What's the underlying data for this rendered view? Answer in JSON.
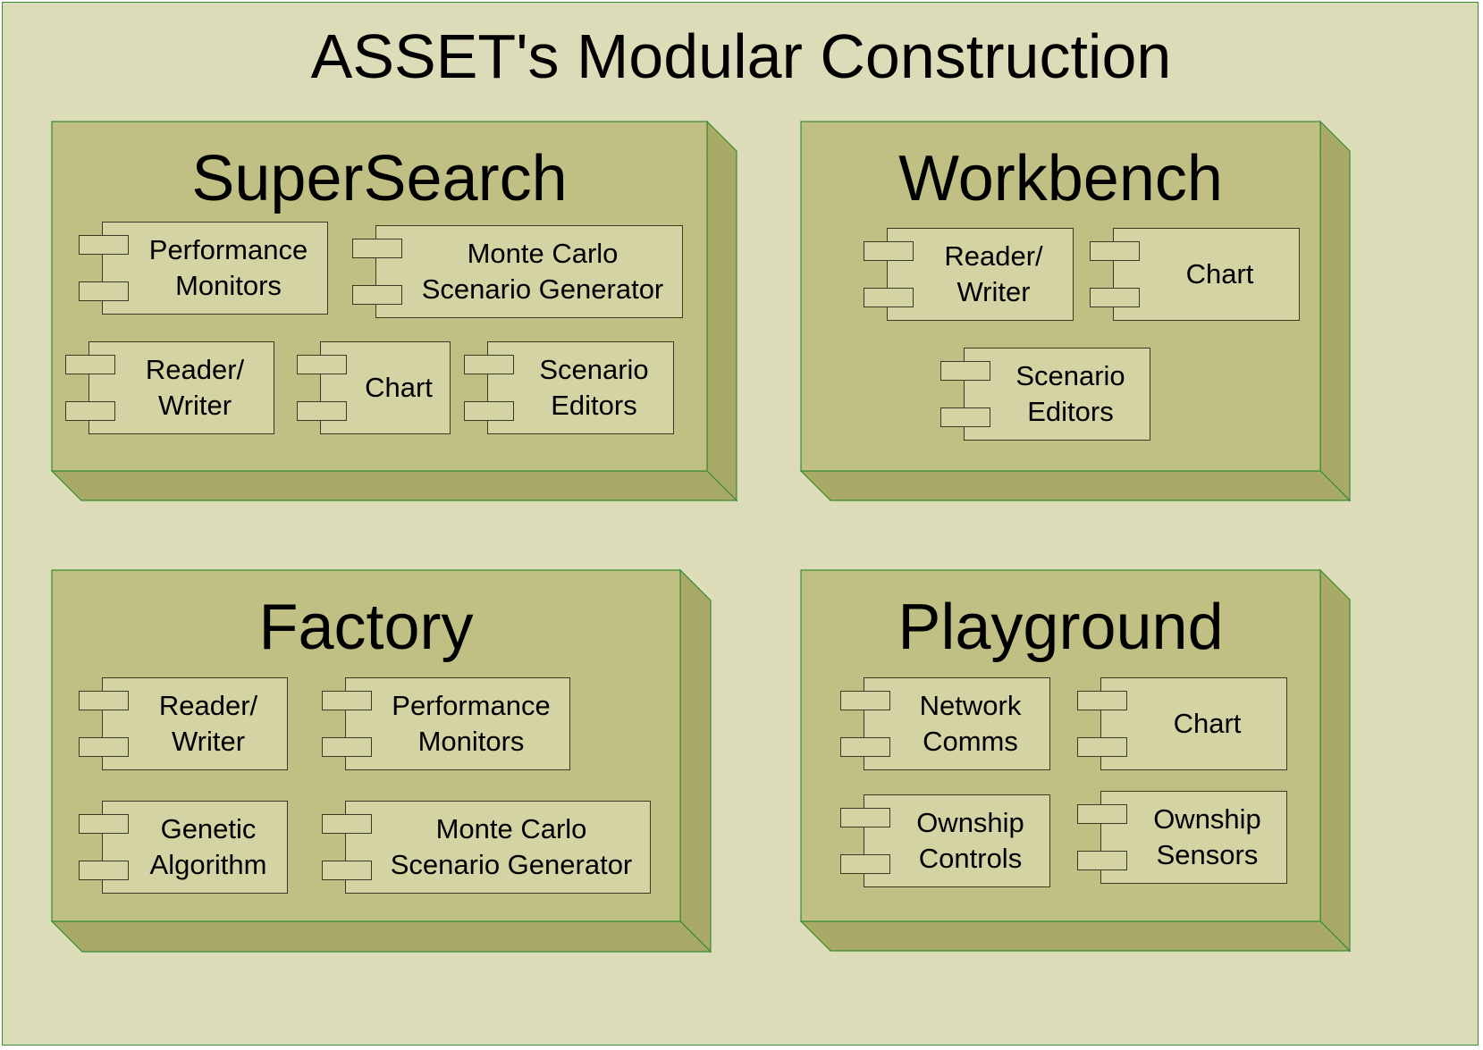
{
  "title": "ASSET's Modular Construction",
  "colors": {
    "background": "#dcdcb8",
    "node_front": "#c0c084",
    "node_side": "#aaaa68",
    "component_fill": "#d3d3a3",
    "border_green": "#3a8a32"
  },
  "nodes": [
    {
      "name": "SuperSearch",
      "components": [
        {
          "label": "Performance\nMonitors",
          "icon": "component-icon"
        },
        {
          "label": "Monte Carlo\nScenario Generator",
          "icon": "component-icon"
        },
        {
          "label": "Reader/\nWriter",
          "icon": "component-icon"
        },
        {
          "label": "Chart",
          "icon": "component-icon"
        },
        {
          "label": "Scenario\nEditors",
          "icon": "component-icon"
        }
      ]
    },
    {
      "name": "Workbench",
      "components": [
        {
          "label": "Reader/\nWriter",
          "icon": "component-icon"
        },
        {
          "label": "Chart",
          "icon": "component-icon"
        },
        {
          "label": "Scenario\nEditors",
          "icon": "component-icon"
        }
      ]
    },
    {
      "name": "Factory",
      "components": [
        {
          "label": "Reader/\nWriter",
          "icon": "component-icon"
        },
        {
          "label": "Performance\nMonitors",
          "icon": "component-icon"
        },
        {
          "label": "Genetic\nAlgorithm",
          "icon": "component-icon"
        },
        {
          "label": "Monte Carlo\nScenario Generator",
          "icon": "component-icon"
        }
      ]
    },
    {
      "name": "Playground",
      "components": [
        {
          "label": "Network\nComms",
          "icon": "component-icon"
        },
        {
          "label": "Chart",
          "icon": "component-icon"
        },
        {
          "label": "Ownship\nControls",
          "icon": "component-icon"
        },
        {
          "label": "Ownship\nSensors",
          "icon": "component-icon"
        }
      ]
    }
  ]
}
